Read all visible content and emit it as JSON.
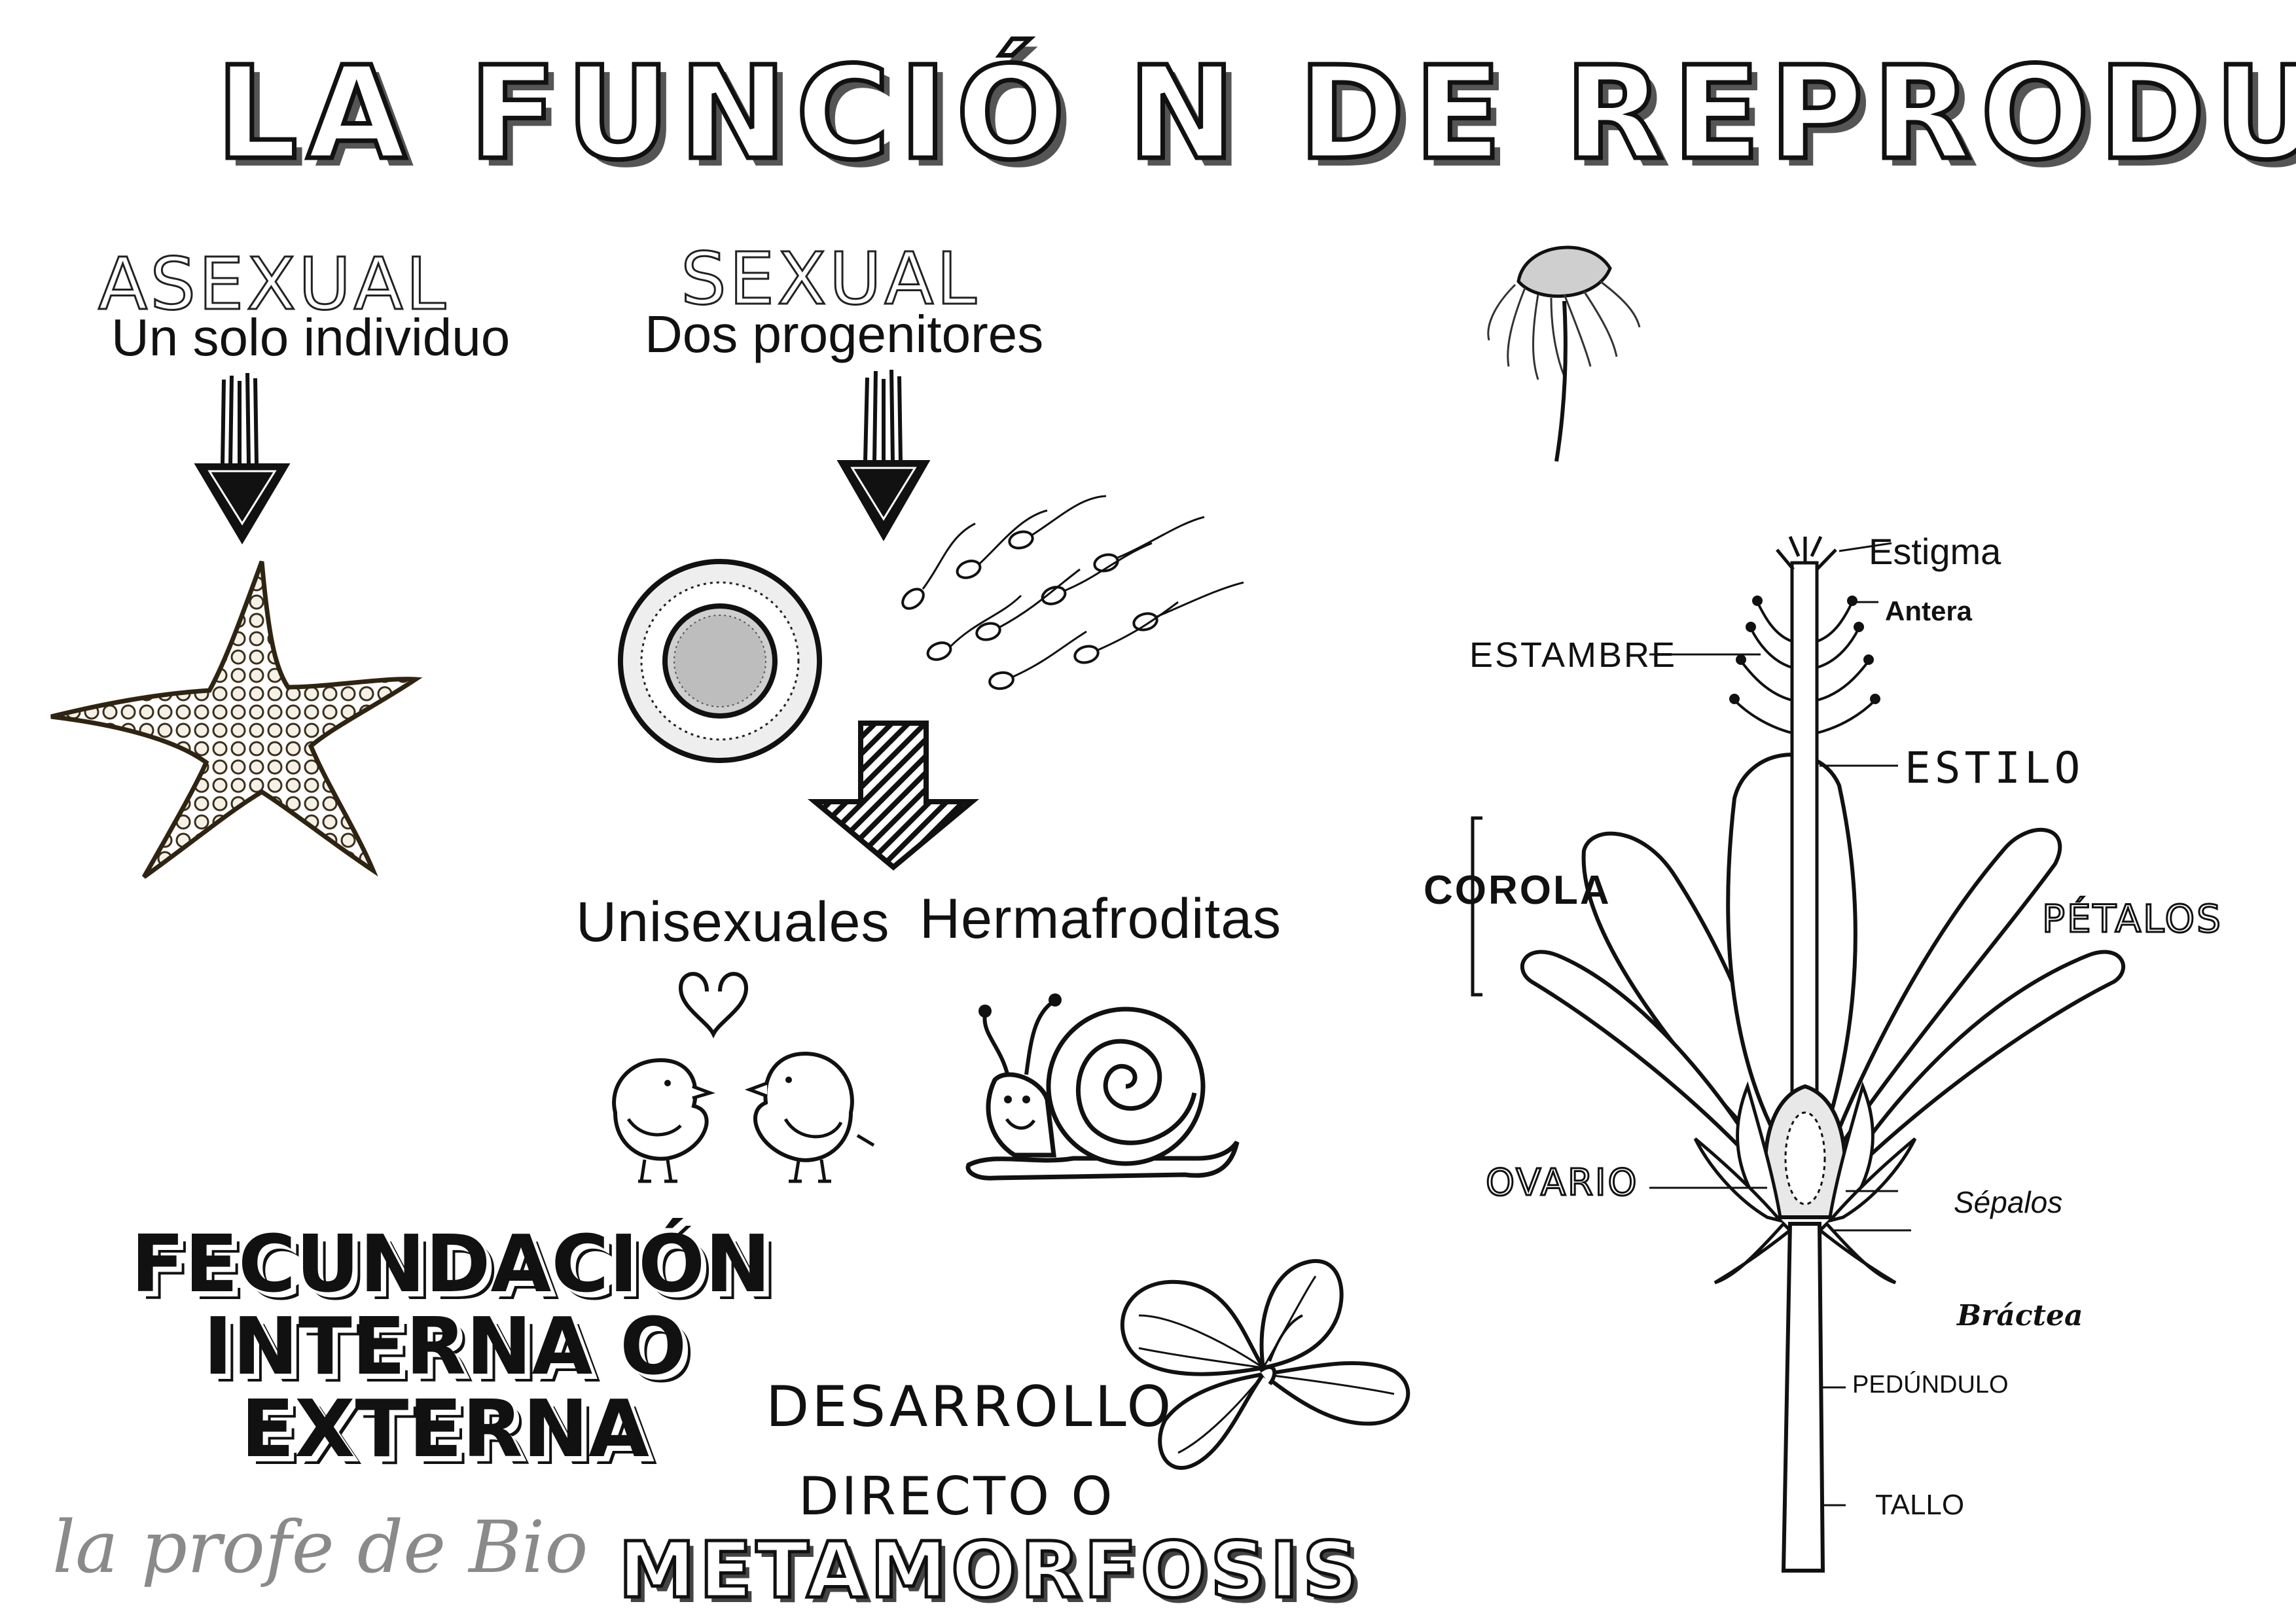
{
  "title": "LA FUNCIÓ N DE REPRODUCCIÓ N",
  "asexual": {
    "heading": "ASEXUAL",
    "subtitle": "Un solo individuo"
  },
  "sexual": {
    "heading": "SEXUAL",
    "subtitle": "Dos progenitores"
  },
  "types": {
    "unisexual": "Unisexuales",
    "hermaphrodite": "Hermafroditas"
  },
  "fecundacion": {
    "line1": "FECUNDACIÓN",
    "line2": "INTERNA O",
    "line3": "EXTERNA"
  },
  "desarrollo": {
    "line1": "DESARROLLO",
    "line2": "DIRECTO O",
    "line3": "METAMORFOSIS"
  },
  "signature": "la profe de Bio",
  "flower_labels": {
    "estigma": "Estigma",
    "antera": "Antera",
    "estambre": "ESTAMBRE",
    "estilo": "ESTILO",
    "corola": "COROLA",
    "petalos": "PÉTALOS",
    "ovario": "OVARIO",
    "sepalos": "Sépalos",
    "bractea": "Bráctea",
    "pedunculo": "PEDÚNDULO",
    "tallo": "TALLO"
  }
}
